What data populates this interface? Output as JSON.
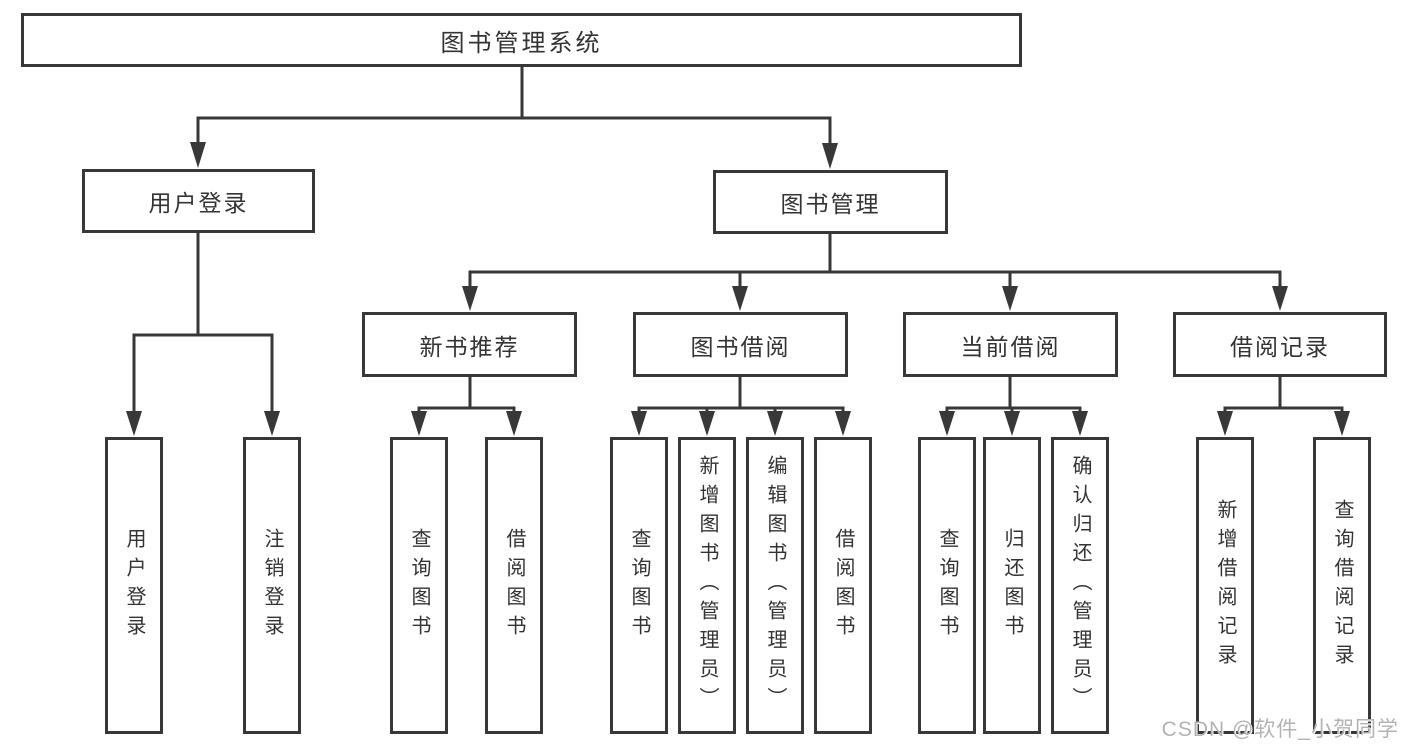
{
  "colors": {
    "line": "#383838",
    "text": "#333333",
    "background": "#ffffff",
    "watermark": "#b3b3b3"
  },
  "watermark": {
    "text": "CSDN @软件_小贺同学"
  },
  "diagram": {
    "root": {
      "label": "图书管理系统"
    },
    "branches": [
      {
        "label": "用户登录",
        "children": [
          {
            "label": "用户登录"
          },
          {
            "label": "注销登录"
          }
        ]
      },
      {
        "label": "图书管理",
        "children": [
          {
            "label": "新书推荐",
            "children": [
              {
                "label": "查询图书"
              },
              {
                "label": "借阅图书"
              }
            ]
          },
          {
            "label": "图书借阅",
            "children": [
              {
                "label": "查询图书"
              },
              {
                "label": "新增图书（管理员）"
              },
              {
                "label": "编辑图书（管理员）"
              },
              {
                "label": "借阅图书"
              }
            ]
          },
          {
            "label": "当前借阅",
            "children": [
              {
                "label": "查询图书"
              },
              {
                "label": "归还图书"
              },
              {
                "label": "确认归还（管理员）"
              }
            ]
          },
          {
            "label": "借阅记录",
            "children": [
              {
                "label": "新增借阅记录"
              },
              {
                "label": "查询借阅记录"
              }
            ]
          }
        ]
      }
    ]
  }
}
